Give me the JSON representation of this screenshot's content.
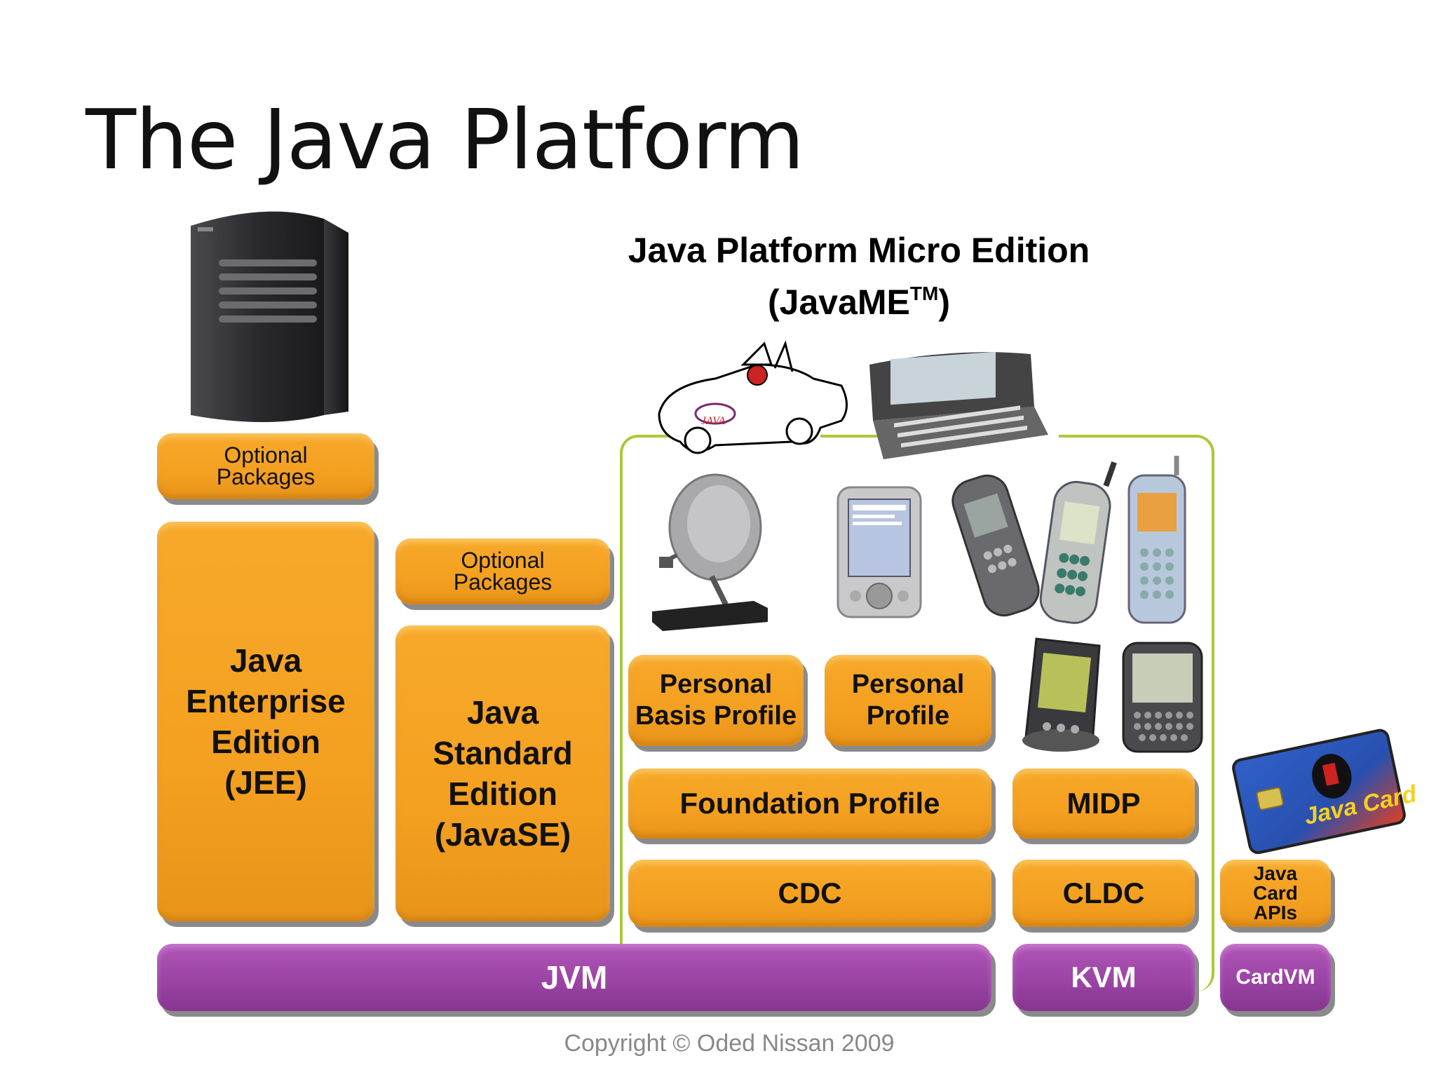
{
  "slide": {
    "title": "The Java Platform",
    "copyright": "Copyright © Oded Nissan 2009"
  },
  "me_heading": {
    "line1": "Java Platform Micro Edition",
    "line2": "(JavaME",
    "tm": "TM",
    "close": ")"
  },
  "boxes": {
    "jee_optional": "Optional\nPackages",
    "jee": "Java\nEnterprise\nEdition\n(JEE)",
    "se_optional": "Optional\nPackages",
    "se": "Java\nStandard\nEdition\n(JavaSE)",
    "pbp": "Personal\nBasis Profile",
    "pp": "Personal\nProfile",
    "fp": "Foundation Profile",
    "midp": "MIDP",
    "cdc": "CDC",
    "cldc": "CLDC",
    "jc_apis": "Java\nCard\nAPIs"
  },
  "vms": {
    "jvm": "JVM",
    "kvm": "KVM",
    "cardvm": "CardVM"
  },
  "images": {
    "server": "server-icon",
    "car": "car-icon",
    "communicator": "communicator-icon",
    "satellite": "satellite-dish-icon",
    "pda": "pda-icon",
    "phones": "mobile-phone-icon",
    "palm": "palm-device-icon",
    "blackberry": "pager-icon",
    "javacard": "java-card-icon",
    "javacard_text": "Java Card"
  },
  "colors": {
    "orange": "#f4a020",
    "purple": "#9b44a5",
    "green": "#a8c93a"
  }
}
